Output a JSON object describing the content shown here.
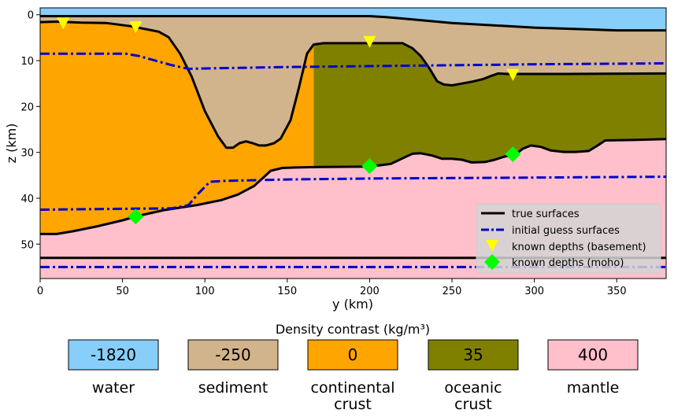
{
  "chart_data": {
    "type": "area",
    "title": "",
    "xlabel": "y (km)",
    "ylabel": "z (km)",
    "xlim": [
      0,
      380
    ],
    "ylim": [
      57.5,
      -1.5
    ],
    "y_inverted": true,
    "grid": false,
    "x_ticks": [
      0,
      50,
      100,
      150,
      200,
      250,
      300,
      350
    ],
    "y_ticks": [
      0,
      10,
      20,
      30,
      40,
      50
    ],
    "layers": [
      {
        "name": "water",
        "density_contrast": -1820,
        "color": "#87CEFA"
      },
      {
        "name": "sediment",
        "density_contrast": -250,
        "color": "#D2B48C"
      },
      {
        "name": "continental crust",
        "density_contrast": 0,
        "color": "#FFA500"
      },
      {
        "name": "oceanic crust",
        "density_contrast": 35,
        "color": "#808000"
      },
      {
        "name": "mantle",
        "density_contrast": 400,
        "color": "#FFC0CB"
      }
    ],
    "continent_ocean_boundary_y": 166,
    "surfaces_true": [
      {
        "layer": "water bottom",
        "points": [
          [
            0,
            0.3
          ],
          [
            200,
            0.3
          ],
          [
            210,
            0.5
          ],
          [
            250,
            1.8
          ],
          [
            300,
            2.8
          ],
          [
            350,
            3.4
          ],
          [
            380,
            3.4
          ]
        ]
      },
      {
        "layer": "sediment bottom",
        "points": [
          [
            0,
            1.6
          ],
          [
            10,
            1.5
          ],
          [
            25,
            1.7
          ],
          [
            40,
            1.8
          ],
          [
            55,
            2.5
          ],
          [
            65,
            3.2
          ],
          [
            72,
            3.7
          ],
          [
            78,
            4.9
          ],
          [
            85,
            8.5
          ],
          [
            92,
            13.5
          ],
          [
            100,
            21
          ],
          [
            108,
            26.5
          ],
          [
            113,
            29
          ],
          [
            117,
            29
          ],
          [
            121,
            28
          ],
          [
            125,
            27.6
          ],
          [
            129,
            28
          ],
          [
            133,
            28.5
          ],
          [
            137,
            28.5
          ],
          [
            142,
            28
          ],
          [
            146,
            27
          ],
          [
            152,
            23
          ],
          [
            157,
            16
          ],
          [
            162,
            8.5
          ],
          [
            166,
            6.5
          ],
          [
            172,
            6.2
          ],
          [
            220,
            6.2
          ],
          [
            226,
            7.3
          ],
          [
            231,
            9
          ],
          [
            236,
            11.5
          ],
          [
            241,
            14.5
          ],
          [
            245,
            15.2
          ],
          [
            250,
            15.4
          ],
          [
            256,
            15
          ],
          [
            262,
            14.6
          ],
          [
            269,
            14
          ],
          [
            274,
            13.3
          ],
          [
            278,
            12.8
          ],
          [
            284,
            12.9
          ],
          [
            320,
            12.9
          ],
          [
            380,
            12.8
          ]
        ]
      },
      {
        "layer": "crust bottom (moho)",
        "points": [
          [
            0,
            47.8
          ],
          [
            10,
            47.8
          ],
          [
            20,
            47.2
          ],
          [
            35,
            46.1
          ],
          [
            50,
            44.8
          ],
          [
            60,
            43.8
          ],
          [
            75,
            42.6
          ],
          [
            95,
            41.5
          ],
          [
            110,
            40.4
          ],
          [
            120,
            39.2
          ],
          [
            130,
            37.3
          ],
          [
            140,
            34
          ],
          [
            147,
            33.4
          ],
          [
            155,
            33.3
          ],
          [
            170,
            33.2
          ],
          [
            200,
            33.1
          ],
          [
            213,
            32.5
          ],
          [
            220,
            31.3
          ],
          [
            226,
            30.3
          ],
          [
            231,
            30.2
          ],
          [
            238,
            30.7
          ],
          [
            244,
            31.4
          ],
          [
            250,
            31.4
          ],
          [
            256,
            31.6
          ],
          [
            262,
            32.2
          ],
          [
            270,
            32.1
          ],
          [
            276,
            31.6
          ],
          [
            282,
            30.9
          ],
          [
            288,
            30.6
          ],
          [
            293,
            29.2
          ],
          [
            298,
            28.5
          ],
          [
            304,
            28.8
          ],
          [
            310,
            29.6
          ],
          [
            318,
            29.9
          ],
          [
            325,
            29.9
          ],
          [
            333,
            29.7
          ],
          [
            338,
            28.6
          ],
          [
            343,
            27.4
          ],
          [
            360,
            27.3
          ],
          [
            380,
            27.1
          ]
        ]
      },
      {
        "layer": "model bottom",
        "points": [
          [
            0,
            53
          ],
          [
            380,
            53
          ]
        ]
      }
    ],
    "surfaces_initial_guess": [
      {
        "layer": "sediment bottom",
        "points": [
          [
            0,
            8.5
          ],
          [
            52,
            8.5
          ],
          [
            60,
            9
          ],
          [
            70,
            10
          ],
          [
            80,
            11
          ],
          [
            90,
            11.8
          ],
          [
            100,
            11.7
          ],
          [
            150,
            11.4
          ],
          [
            200,
            11.2
          ],
          [
            250,
            11
          ],
          [
            300,
            10.8
          ],
          [
            380,
            10.6
          ]
        ]
      },
      {
        "layer": "crust bottom (moho)",
        "points": [
          [
            0,
            42.5
          ],
          [
            50,
            42.3
          ],
          [
            80,
            42.2
          ],
          [
            90,
            41.5
          ],
          [
            96,
            39
          ],
          [
            103,
            36.4
          ],
          [
            113,
            36.2
          ],
          [
            150,
            35.9
          ],
          [
            200,
            35.7
          ],
          [
            250,
            35.6
          ],
          [
            300,
            35.5
          ],
          [
            380,
            35.3
          ]
        ]
      },
      {
        "layer": "model bottom",
        "points": [
          [
            0,
            55
          ],
          [
            380,
            55
          ]
        ]
      }
    ],
    "known_depths_basement": [
      [
        14,
        2
      ],
      [
        58,
        2.8
      ],
      [
        200,
        6
      ],
      [
        287,
        13.2
      ]
    ],
    "known_depths_moho": [
      [
        58,
        44
      ],
      [
        200,
        33
      ],
      [
        287,
        30.4
      ]
    ],
    "legend": {
      "placement": "lower-right",
      "entries": [
        "true surfaces",
        "initial guess surfaces",
        "known depths (basement)",
        "known depths (moho)"
      ]
    },
    "colorbar_label": "Density contrast (kg/m³)",
    "series_colors": {
      "true": "#000000",
      "initial": "#0000CD",
      "basement_marker": "#FFFF00",
      "moho_marker": "#00FF00"
    }
  }
}
